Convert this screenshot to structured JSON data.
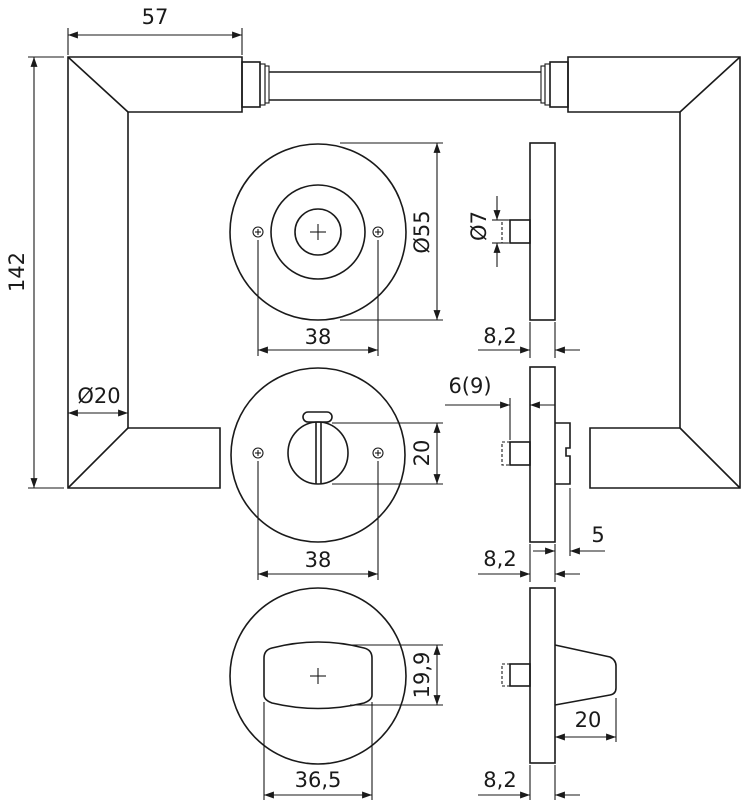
{
  "dimensions": {
    "handle_length": "57",
    "handle_height": "142",
    "handle_diameter": "Ø20",
    "rose_diameter": "Ø55",
    "screw_spacing_1": "38",
    "screw_spacing_2": "38",
    "spindle_diameter": "Ø7",
    "rose_thickness_1": "8,2",
    "rose_thickness_2": "8,2",
    "rose_thickness_3": "8,2",
    "spindle_projection": "6(9)",
    "turn_height": "20",
    "turn_projection": "5",
    "knob_height": "19,9",
    "knob_width": "36,5",
    "knob_depth": "20"
  },
  "colors": {
    "line": "#1a1a1a",
    "background": "#ffffff"
  }
}
